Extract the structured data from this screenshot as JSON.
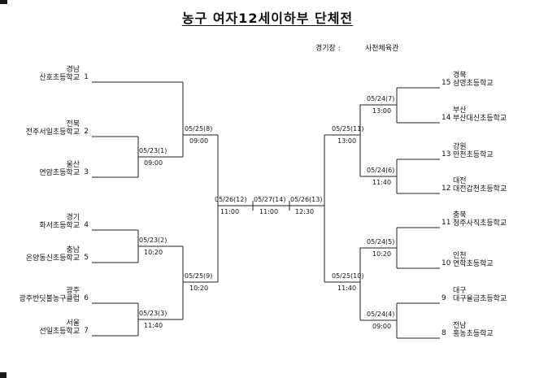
{
  "page": {
    "title": "농구 여자12세이하부 단체전",
    "venue_label": "경기장 :",
    "venue_value": "사천체육관"
  },
  "bracket": {
    "left_teams": [
      {
        "seed": "1",
        "region": "경남",
        "school": "산호초등학교"
      },
      {
        "seed": "2",
        "region": "전북",
        "school": "전주서일초등학교"
      },
      {
        "seed": "3",
        "region": "울산",
        "school": "연암초등학교"
      },
      {
        "seed": "4",
        "region": "경기",
        "school": "화서초등학교"
      },
      {
        "seed": "5",
        "region": "충남",
        "school": "온양동신초등학교"
      },
      {
        "seed": "6",
        "region": "광주",
        "school": "광주반딧불농구클럽"
      },
      {
        "seed": "7",
        "region": "서울",
        "school": "선일초등학교"
      }
    ],
    "right_teams": [
      {
        "seed": "15",
        "region": "경북",
        "school": "삼영초등학교"
      },
      {
        "seed": "14",
        "region": "부산",
        "school": "부산대신초등학교"
      },
      {
        "seed": "13",
        "region": "강원",
        "school": "만천초등학교"
      },
      {
        "seed": "12",
        "region": "대전",
        "school": "대전갑천초등학교"
      },
      {
        "seed": "11",
        "region": "충북",
        "school": "청주사직초등학교"
      },
      {
        "seed": "10",
        "region": "인천",
        "school": "연학초등학교"
      },
      {
        "seed": "9",
        "region": "대구",
        "school": "대구율금초등학교"
      },
      {
        "seed": "8",
        "region": "전남",
        "school": "홍농초등학교"
      }
    ],
    "matches": {
      "m1": {
        "label": "05/23(1)",
        "time": "09:00"
      },
      "m2": {
        "label": "05/23(2)",
        "time": "10:20"
      },
      "m3": {
        "label": "05/23(3)",
        "time": "11:40"
      },
      "m4": {
        "label": "05/24(4)",
        "time": "09:00"
      },
      "m5": {
        "label": "05/24(5)",
        "time": "10:20"
      },
      "m6": {
        "label": "05/24(6)",
        "time": "11:40"
      },
      "m7": {
        "label": "05/24(7)",
        "time": "13:00"
      },
      "m8": {
        "label": "05/25(8)",
        "time": "09:00"
      },
      "m9": {
        "label": "05/25(9)",
        "time": "10:20"
      },
      "m10": {
        "label": "05/25(10)",
        "time": "11:40"
      },
      "m11": {
        "label": "05/25(11)",
        "time": "13:00"
      },
      "m12": {
        "label": "05/26(12)",
        "time": "11:00"
      },
      "m13": {
        "label": "05/26(13)",
        "time": "12:30"
      },
      "m14": {
        "label": "05/27(14)",
        "time": "11:00"
      }
    }
  }
}
